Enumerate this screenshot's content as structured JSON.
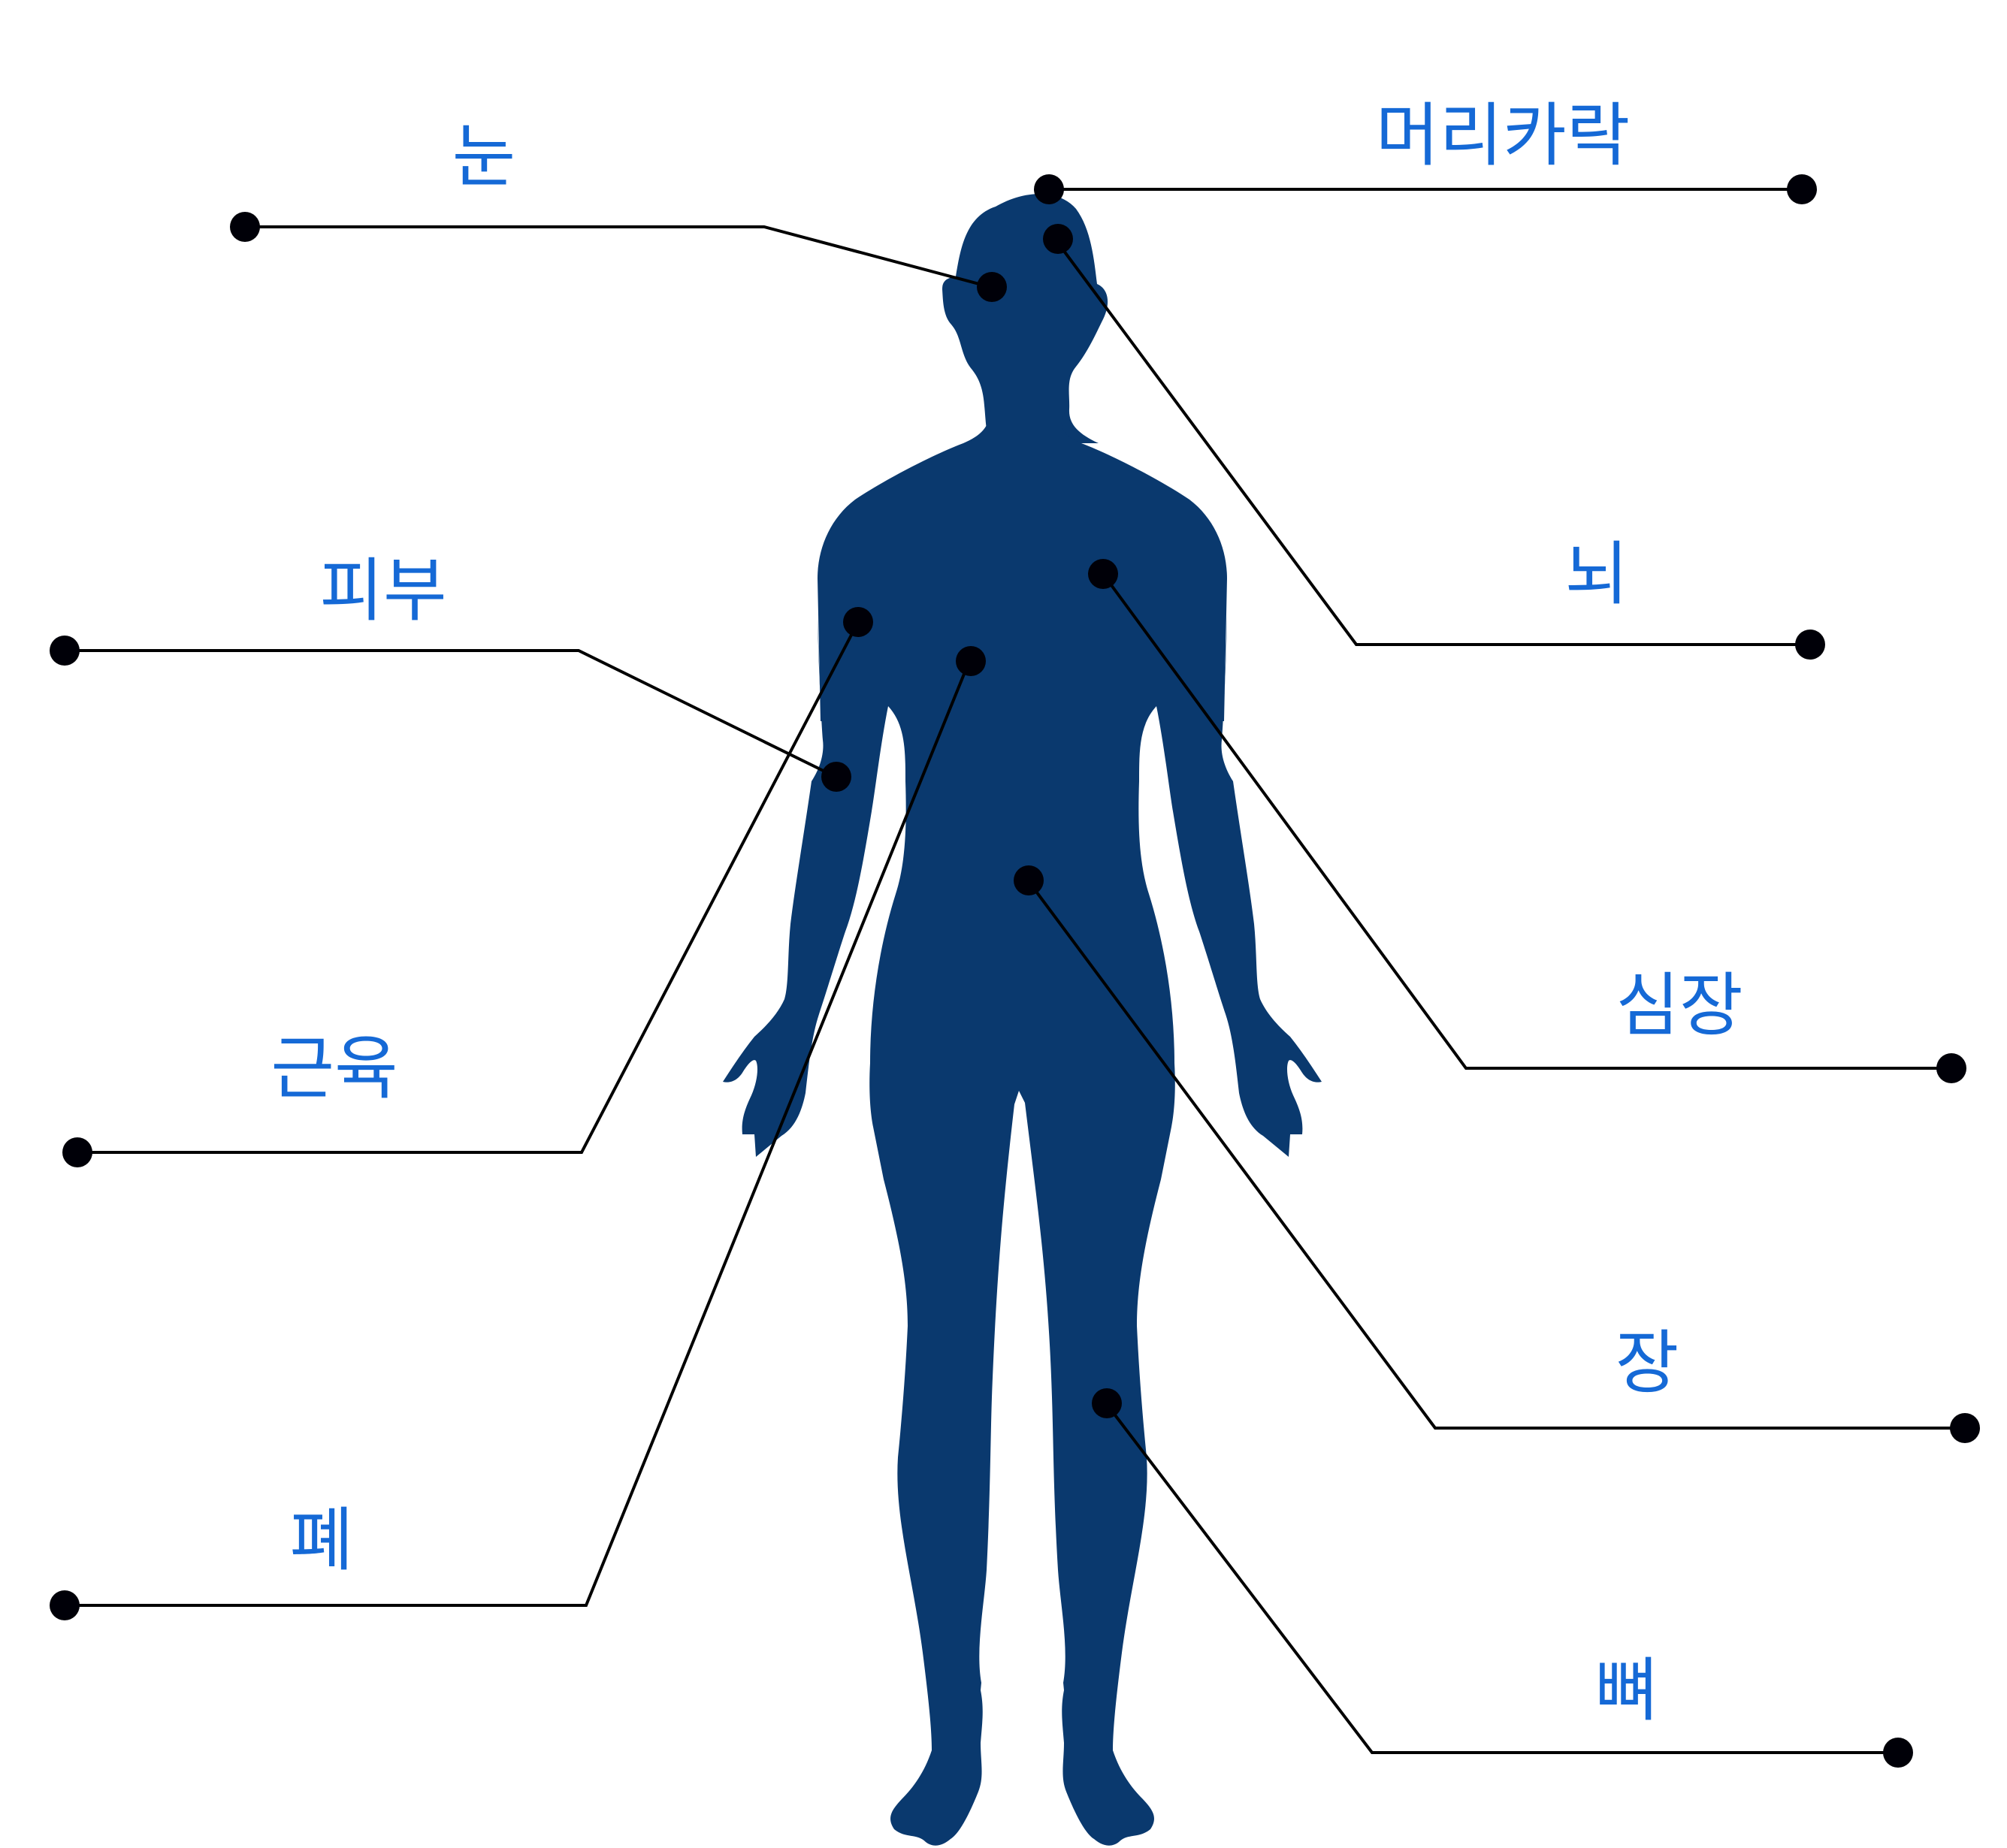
{
  "colors": {
    "body": "#0a396e",
    "label": "#1569d6",
    "line": "#000000",
    "dot": "#000008"
  },
  "figure": {
    "icon": "human-body-silhouette-icon"
  },
  "labels": {
    "eye": "눈",
    "hair": "머리카락",
    "skin": "피부",
    "brain": "뇌",
    "muscle": "근육",
    "heart": "심장",
    "intestine": "장",
    "lung": "폐",
    "bone": "뼈"
  }
}
